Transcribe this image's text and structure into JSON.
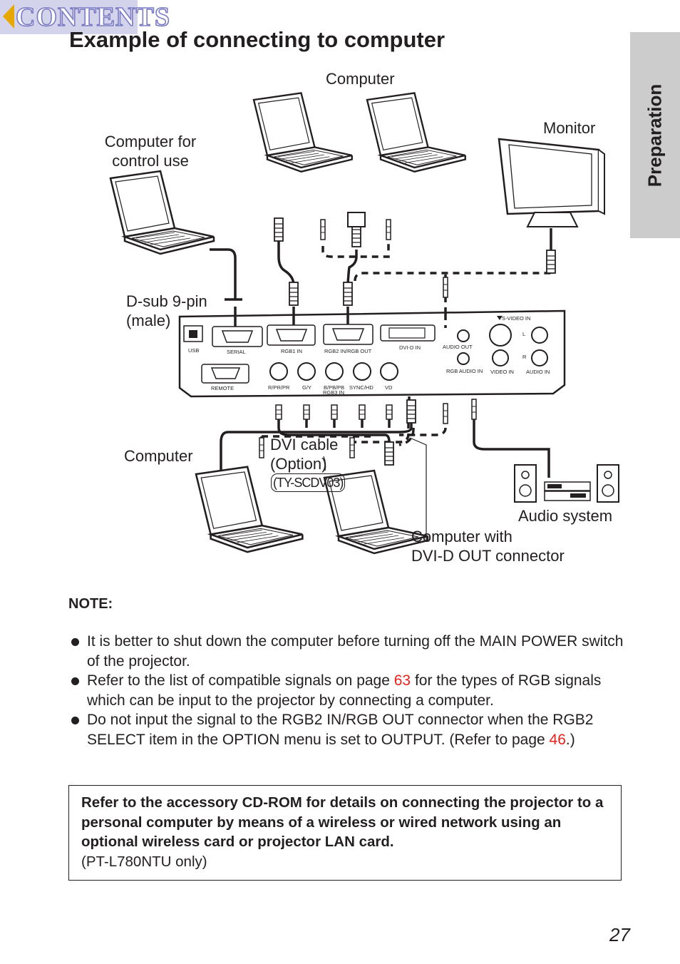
{
  "nav": {
    "contents_label": "CONTENTS"
  },
  "header": {
    "title": "Example of connecting to computer"
  },
  "side_tab": {
    "label": "Preparation"
  },
  "diagram": {
    "labels": {
      "computer_top": "Computer",
      "monitor": "Monitor",
      "computer_control_line1": "Computer for",
      "computer_control_line2": "control use",
      "dsub_line1": "D-sub 9-pin",
      "dsub_line2": "(male)",
      "computer_left": "Computer",
      "dvi_cable_line1": "DVI cable",
      "dvi_cable_line2": "(Option)",
      "dvi_cable_model": "(TY-SCDV03)",
      "audio_system": "Audio system",
      "computer_dvi_line1": "Computer with",
      "computer_dvi_line2": "DVI-D OUT connector"
    },
    "ports": {
      "usb": "USB",
      "serial": "SERIAL",
      "rgb1_in": "RGB1 IN",
      "rgb2_in_out": "RGB2 IN/RGB OUT",
      "dvi_d_in": "DVI-D IN",
      "audio_out": "AUDIO OUT",
      "rgb_audio_in": "RGB AUDIO IN",
      "s_video_in": "S-VIDEO IN",
      "video_in": "VIDEO IN",
      "audio_in": "AUDIO IN",
      "remote": "REMOTE",
      "r_pr": "R/PR/PR",
      "g_y": "G/Y",
      "b_pb": "B/PB/PB",
      "sync_hd": "SYNC/HD",
      "vd": "VD",
      "rgb3_in": "RGB3 IN",
      "l": "L",
      "r": "R"
    }
  },
  "note": {
    "heading": "NOTE:",
    "items": [
      {
        "text": "It is better to shut down the computer before turning off the MAIN POWER switch of the projector."
      },
      {
        "before": "Refer to the list of compatible signals on page ",
        "link": "63",
        "after": " for the types of RGB signals which can be input to the projector by connecting a computer."
      },
      {
        "before": "Do not input the signal to the RGB2 IN/RGB OUT connector when the RGB2 SELECT item in the OPTION menu is set to OUTPUT. (Refer to page ",
        "link": "46",
        "after": ".)"
      }
    ]
  },
  "reference": {
    "bold_text": "Refer to the accessory CD-ROM for details on connecting the projector to a personal computer by means of a wireless or wired network using an optional wireless card or projector LAN card.",
    "normal_text": "(PT-L780NTU only)"
  },
  "page_number": "27",
  "colors": {
    "link": "#e8201a",
    "side_tab": "#cccccc",
    "contents_bg": "#d3d3ec",
    "contents_arrow": "#e7a700"
  }
}
